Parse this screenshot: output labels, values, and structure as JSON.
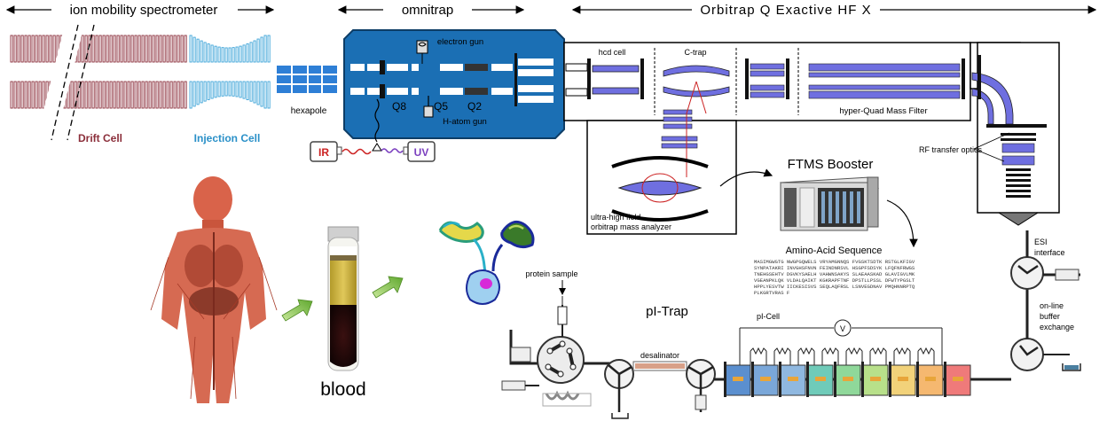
{
  "headers": {
    "ims": "ion mobility spectrometer",
    "omnitrap": "omnitrap",
    "orbitrap": "Orbitrap Q Exactive HF X"
  },
  "ims_labels": {
    "drift": "Drift Cell",
    "injection": "Injection Cell",
    "hexapole": "hexapole"
  },
  "omnitrap_labels": {
    "electron_gun": "electron gun",
    "hatom_gun": "H-atom gun",
    "q8": "Q8",
    "q5": "Q5",
    "q2": "Q2",
    "ir": "IR",
    "uv": "UV"
  },
  "orbitrap_labels": {
    "hcd": "hcd cell",
    "ctrap": "C-trap",
    "hqmf": "hyper-Quad Mass Filter",
    "rf": "RF transfer optics",
    "analyzer_line1": "ultra-high field",
    "analyzer_line2": "orbitrap mass analyzer",
    "ftms": "FTMS Booster",
    "esi_line1": "ESI",
    "esi_line2": "interface"
  },
  "sample_labels": {
    "blood": "blood",
    "protein": "protein sample",
    "pitrap": "pI-Trap",
    "desalinator": "desalinator",
    "picell": "pI-Cell",
    "voltmeter": "V",
    "buffer_line1": "on-line",
    "buffer_line2": "buffer",
    "buffer_line3": "exchange"
  },
  "sequence": {
    "title": "Amino-Acid Sequence",
    "lines": [
      "MASIMGWGTG NWGPGQWELS VRYAMGNNQS FVGSKTSDTK RSTGLKFIGV",
      "SYNPATAKRI INVGHSFNVN FEINDNRSVL HSGPFSDSYK LFQFNFRWGS",
      "TNEHGSEHTV DGVKYSAELH VAHWNSAKYS SLAEAASKAD GLAVIGVLMK",
      "VGEANPKLQK VLDALQAIKT KGKRAPFTNF DPSTLLPSSL DFWTYPGSLT",
      "HPPLYESVTW IICKESISVS SEQLAQFRSL LSNVEGDNAV PMQHNNRPTQ",
      "PLKGRTVRAS F"
    ]
  },
  "colors": {
    "drift": "#8b2e3a",
    "injection": "#3ca3d8",
    "hexapole": "#2e7fd6",
    "omnitrap_body": "#1b6fb4",
    "lens_blue": "#6f6fe0",
    "arrow_green": "#7dc242",
    "ir": "#cc2222",
    "uv": "#7b3fbf",
    "pi_cells": [
      "#5b8fcf",
      "#7aa7d9",
      "#8fb8e0",
      "#6fcbb9",
      "#8fd89a",
      "#b8e08a",
      "#f2d27a",
      "#f5b870",
      "#ef7a7a"
    ]
  }
}
